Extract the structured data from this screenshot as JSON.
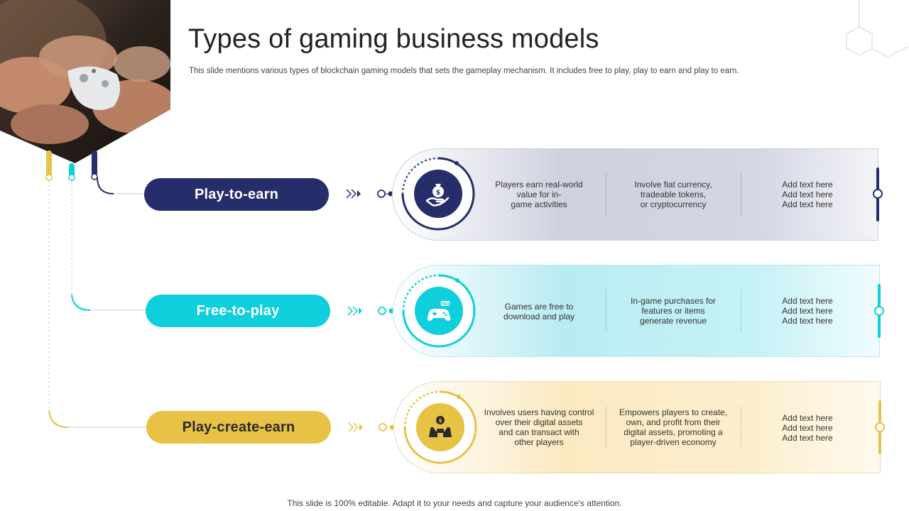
{
  "header": {
    "title": "Types of gaming business models",
    "subtitle": "This slide mentions various types of blockchain gaming models that sets the gameplay mechanism. It includes free to play, play to earn and play to earn."
  },
  "colors": {
    "navy": "#252e6b",
    "cyan": "#10cfdc",
    "gold": "#e8c245"
  },
  "models": [
    {
      "label": "Play-to-earn",
      "icon": "money-bag-hand-icon",
      "points": [
        [
          "Players earn real-world",
          "value for in-",
          "game activities"
        ],
        [
          "Involve fiat currency,",
          "tradeable tokens,",
          "or cryptocurrency"
        ],
        [
          "Add text here",
          "Add text here",
          "Add text here"
        ]
      ]
    },
    {
      "label": "Free-to-play",
      "icon": "gamepad-free-icon",
      "points": [
        [
          "Games are free to",
          "download and play"
        ],
        [
          "In-game purchases for",
          "features or items",
          "generate revenue"
        ],
        [
          "Add text here",
          "Add text here",
          "Add text here"
        ]
      ]
    },
    {
      "label": "Play-create-earn",
      "icon": "coin-hands-icon",
      "points": [
        [
          "Involves users having control",
          "over their digital assets",
          "and can transact with",
          "other players"
        ],
        [
          "Empowers players to create,",
          "own, and profit from their",
          "digital assets, promoting a",
          "player-driven economy"
        ],
        [
          "Add text here",
          "Add text here",
          "Add text here"
        ]
      ]
    }
  ],
  "footer": "This slide is 100% editable. Adapt it to your needs and capture your audience's attention."
}
